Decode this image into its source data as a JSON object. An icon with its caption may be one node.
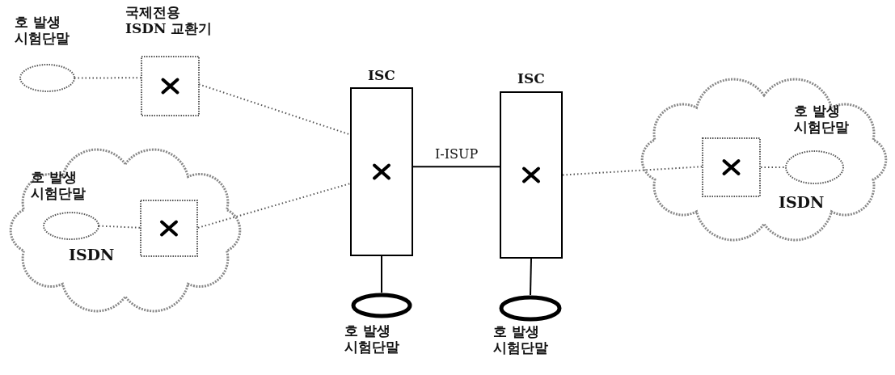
{
  "diagram": {
    "nodes": [
      {
        "text": [
          "호 발생 시험단말"
        ]
      },
      {
        "text": [
          "국제전용 ISDN 교환기"
        ]
      },
      {
        "text": [
          "ISDN"
        ]
      },
      {
        "text": [
          "호 발생 시험단말"
        ],
        "in": 2
      },
      {
        "text": [],
        "shape": "box",
        "in": 2
      },
      {
        "text": [
          "ISC"
        ]
      },
      {
        "text": [
          "ISC"
        ]
      },
      {
        "text": [
          "ISDN"
        ]
      },
      {
        "text": [],
        "shape": "box",
        "in": 7
      },
      {
        "text": [
          "호 발생 시험단말"
        ],
        "in": 7
      },
      {
        "text": [
          "호 발생 시험단말"
        ]
      },
      {
        "text": [
          "호 발생 시험단말"
        ]
      }
    ],
    "edges": [
      {
        "from": 0,
        "to": 1,
        "arrow": "none",
        "style": "dashed"
      },
      {
        "from": 1,
        "to": 5,
        "arrow": "none",
        "style": "dashed"
      },
      {
        "from": 3,
        "to": 4,
        "arrow": "none",
        "style": "dashed"
      },
      {
        "from": 4,
        "to": 5,
        "arrow": "none",
        "style": "dashed"
      },
      {
        "from": 5,
        "to": 6,
        "arrow": "none",
        "label": "I-ISUP"
      },
      {
        "from": 6,
        "to": 8,
        "arrow": "none",
        "style": "dashed"
      },
      {
        "from": 8,
        "to": 9,
        "arrow": "none",
        "style": "dashed"
      },
      {
        "from": 5,
        "to": 10,
        "arrow": "none"
      },
      {
        "from": 6,
        "to": 11,
        "arrow": "none"
      }
    ]
  }
}
